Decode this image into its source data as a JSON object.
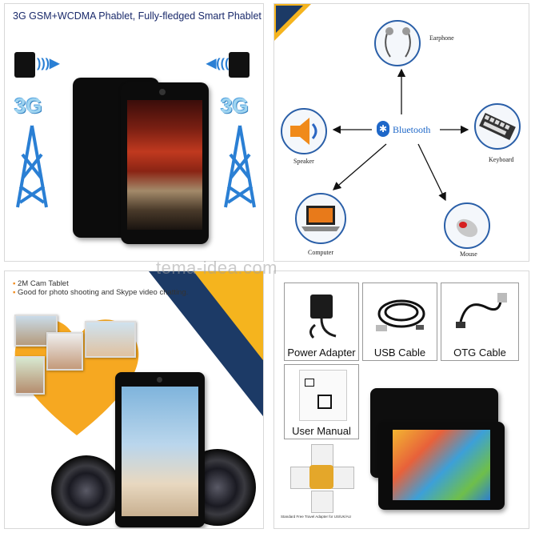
{
  "panel1": {
    "title": "3G GSM+WCDMA Phablet, Fully-fledged Smart Phablet",
    "badge_left": "3G",
    "badge_right": "3G"
  },
  "panel2": {
    "center": "Bluetooth",
    "items": {
      "earphone": "Earphone",
      "speaker": "Speaker",
      "keyboard": "Keyboard",
      "computer": "Computer",
      "mouse": "Mouse"
    },
    "accent": "#1e67c8"
  },
  "panel3": {
    "line1": "2M Cam Tablet",
    "line2": "Good for photo shooting and Skype video chatting."
  },
  "panel4": {
    "power_adapter": "Power Adapter",
    "usb_cable": "USB Cable",
    "otg_cable": "OTG Cable",
    "user_manual": "User Manual",
    "travel_adapter_caption": "Standard Free Travel Adapter for US/UK/AU"
  },
  "watermark": "tema-idea.com"
}
